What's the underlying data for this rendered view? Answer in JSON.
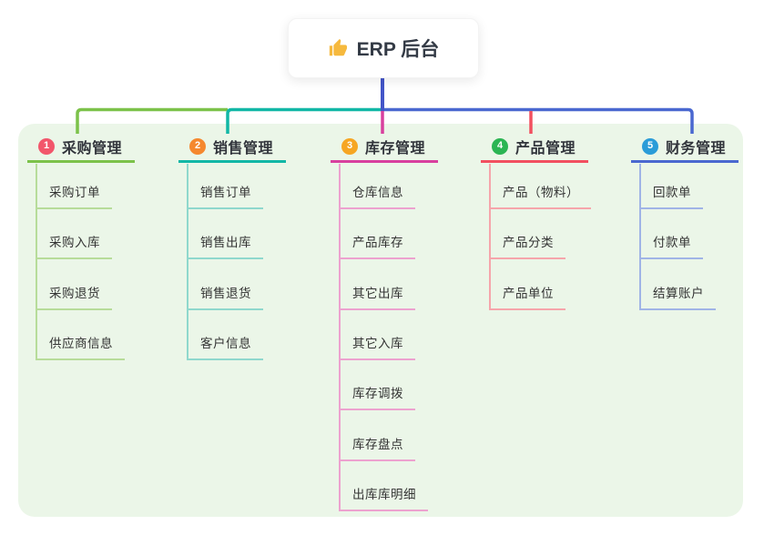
{
  "root": {
    "label": "ERP 后台",
    "icon": "thumbs-up-icon",
    "icon_color": "#f6b93d",
    "line_color": "#4355c8"
  },
  "panel": {
    "background_color": "#ebf6e8"
  },
  "branches": [
    {
      "number": "1",
      "label": "采购管理",
      "badge_color": "#f2566b",
      "line_color": "#7cc24a",
      "tint_color": "#b7dc9a",
      "children": [
        "采购订单",
        "采购入库",
        "采购退货",
        "供应商信息"
      ]
    },
    {
      "number": "2",
      "label": "销售管理",
      "badge_color": "#f5882e",
      "line_color": "#12b7a6",
      "tint_color": "#8fd8cd",
      "children": [
        "销售订单",
        "销售出库",
        "销售退货",
        "客户信息"
      ]
    },
    {
      "number": "3",
      "label": "库存管理",
      "badge_color": "#f6a623",
      "line_color": "#d8409e",
      "tint_color": "#eda2cf",
      "children": [
        "仓库信息",
        "产品库存",
        "其它出库",
        "其它入库",
        "库存调拨",
        "库存盘点",
        "出库库明细"
      ]
    },
    {
      "number": "4",
      "label": "产品管理",
      "badge_color": "#2bb553",
      "line_color": "#f25060",
      "tint_color": "#f6a5ab",
      "children": [
        "产品（物料）",
        "产品分类",
        "产品单位"
      ]
    },
    {
      "number": "5",
      "label": "财务管理",
      "badge_color": "#2b9cd8",
      "line_color": "#4a68d0",
      "tint_color": "#a0b4e6",
      "children": [
        "回款单",
        "付款单",
        "结算账户"
      ]
    }
  ]
}
